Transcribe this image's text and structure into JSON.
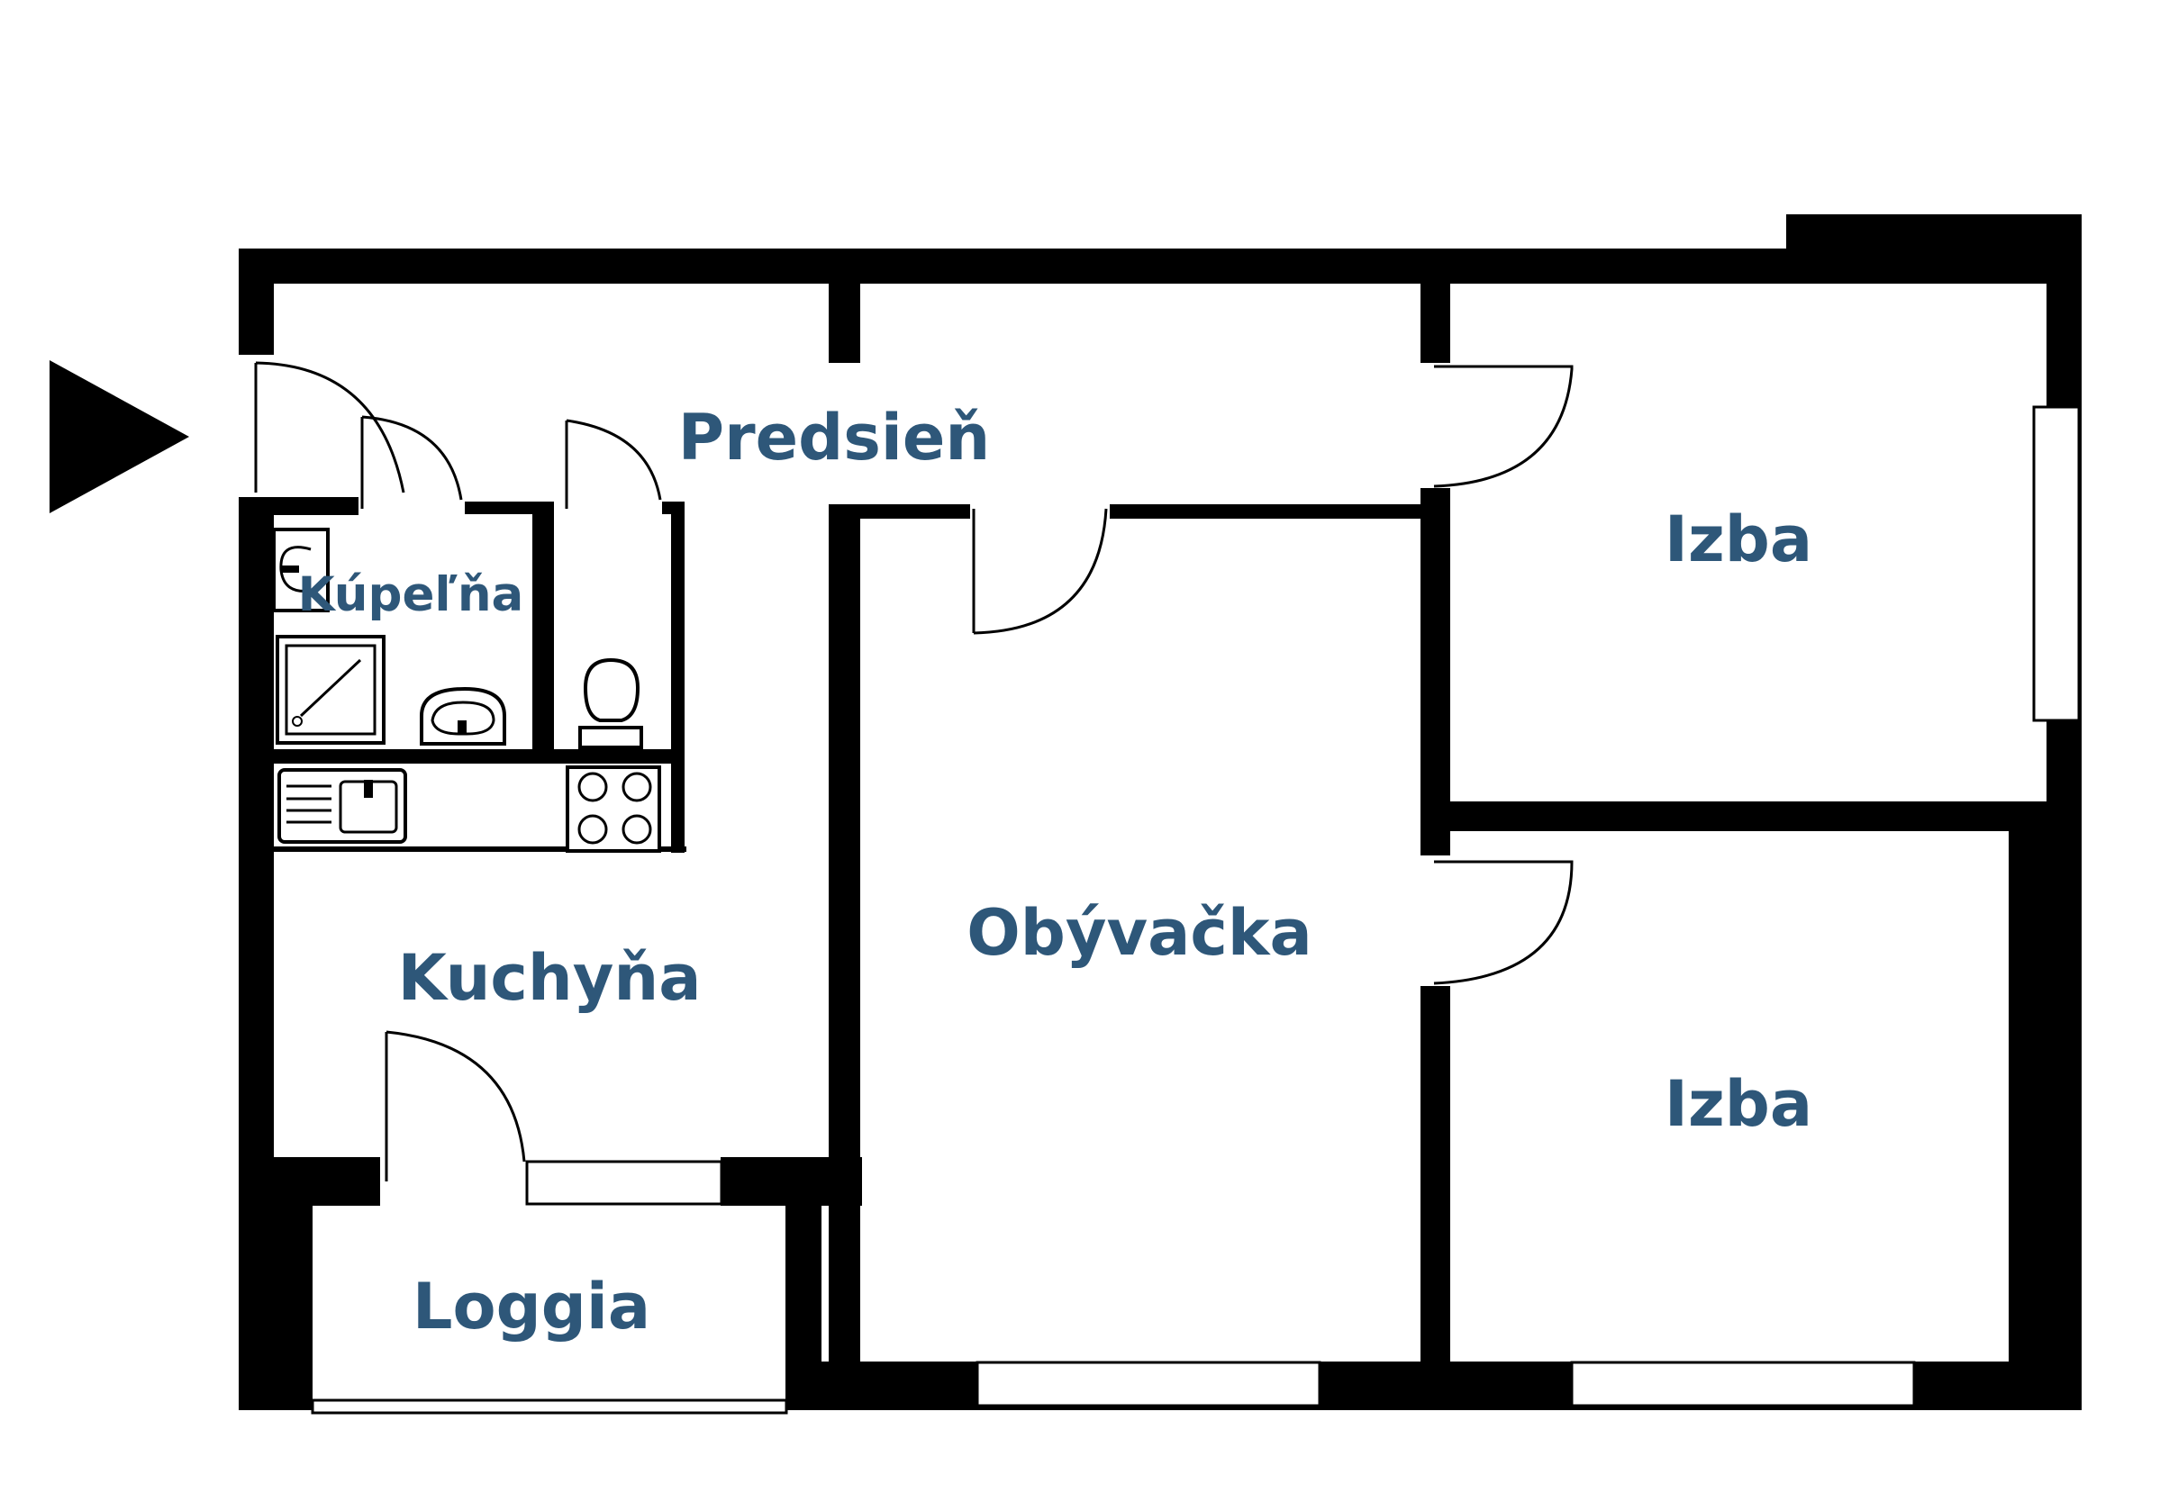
{
  "rooms": {
    "hall": "Predsieň",
    "bathroom": "Kúpeľňa",
    "kitchen": "Kuchyňa",
    "living_room": "Obývačka",
    "room_1": "Izba",
    "room_2": "Izba",
    "loggia": "Loggia"
  },
  "colors": {
    "label": "#2e5779",
    "walls": "#000000",
    "background": "#ffffff"
  },
  "icons": [
    "entrance-arrow-icon",
    "shower-icon",
    "bathroom-sink-icon",
    "toilet-icon",
    "kitchen-sink-icon",
    "cooktop-icon",
    "washbasin-icon"
  ]
}
